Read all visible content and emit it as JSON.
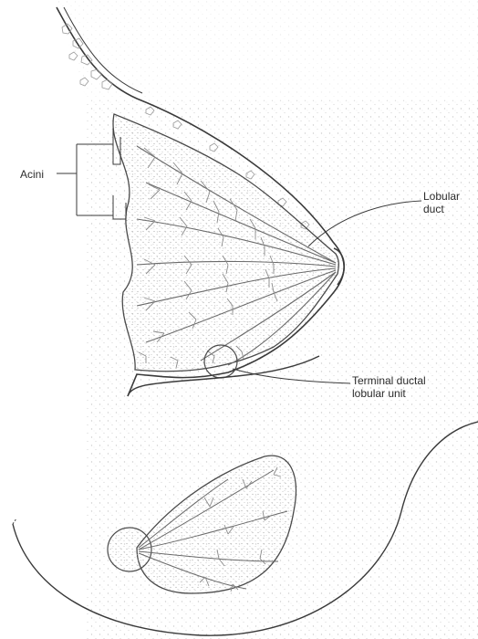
{
  "labels": {
    "acini": "Acini",
    "lobular_duct_line1": "Lobular",
    "lobular_duct_line2": "duct",
    "tdlu_line1": "Terminal ductal",
    "tdlu_line2": "lobular unit"
  },
  "colors": {
    "outline": "#3a3a3a",
    "ducts": "#7a7a7a",
    "stipple": "#b8b8b8",
    "label_text": "#2b2b2b"
  }
}
